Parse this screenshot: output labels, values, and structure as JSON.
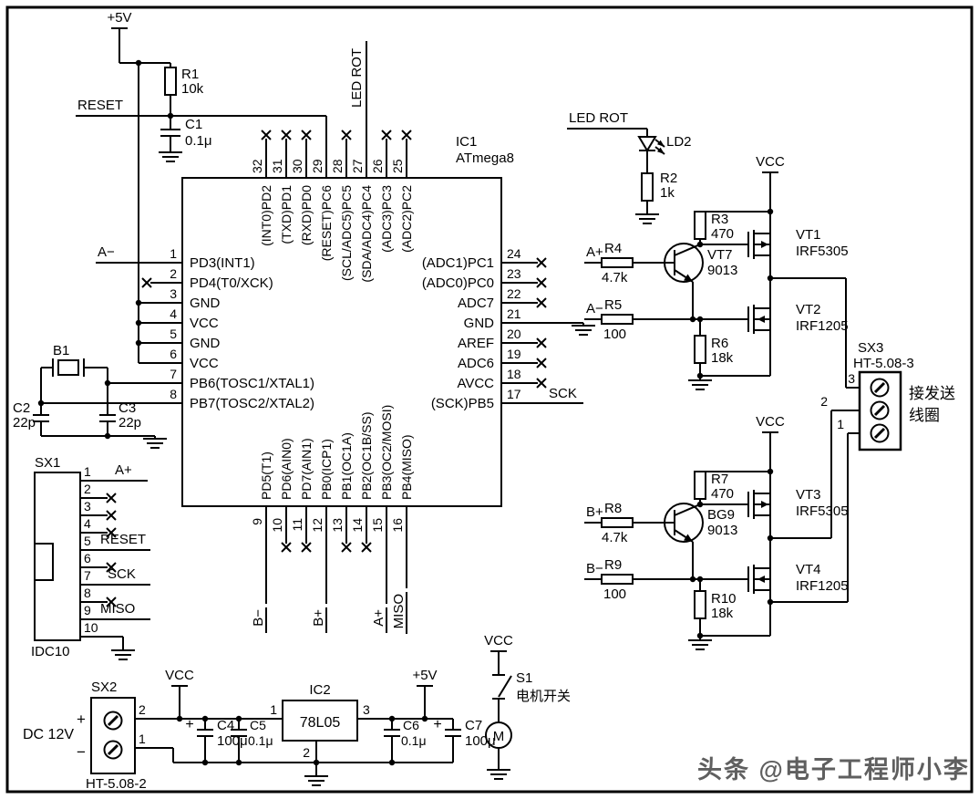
{
  "nets": {
    "plus5v": "+5V",
    "vcc": "VCC",
    "reset": "RESET",
    "sck": "SCK",
    "miso": "MISO",
    "a_plus": "A+",
    "a_minus": "A−",
    "b_plus": "B+",
    "b_minus": "B−",
    "led_rot": "LED ROT",
    "dc12v": "DC 12V"
  },
  "ic1": {
    "ref": "IC1",
    "part": "ATmega8",
    "top_pins": [
      {
        "num": "32",
        "label": "(INT0)PD2"
      },
      {
        "num": "31",
        "label": "(TXD)PD1"
      },
      {
        "num": "30",
        "label": "(RXD)PD0"
      },
      {
        "num": "29",
        "label": "(RESET)PC6"
      },
      {
        "num": "28",
        "label": "(SCL/ADC5)PC5"
      },
      {
        "num": "27",
        "label": "(SDA/ADC4)PC4"
      },
      {
        "num": "26",
        "label": "(ADC3)PC3"
      },
      {
        "num": "25",
        "label": "(ADC2)PC2"
      }
    ],
    "left_pins": [
      {
        "num": "1",
        "label": "PD3(INT1)"
      },
      {
        "num": "2",
        "label": "PD4(T0/XCK)"
      },
      {
        "num": "3",
        "label": "GND"
      },
      {
        "num": "4",
        "label": "VCC"
      },
      {
        "num": "5",
        "label": "GND"
      },
      {
        "num": "6",
        "label": "VCC"
      },
      {
        "num": "7",
        "label": "PB6(TOSC1/XTAL1)"
      },
      {
        "num": "8",
        "label": "PB7(TOSC2/XTAL2)"
      }
    ],
    "right_pins": [
      {
        "num": "24",
        "label": "(ADC1)PC1"
      },
      {
        "num": "23",
        "label": "(ADC0)PC0"
      },
      {
        "num": "22",
        "label": "ADC7"
      },
      {
        "num": "21",
        "label": "GND"
      },
      {
        "num": "20",
        "label": "AREF"
      },
      {
        "num": "19",
        "label": "ADC6"
      },
      {
        "num": "18",
        "label": "AVCC"
      },
      {
        "num": "17",
        "label": "(SCK)PB5"
      }
    ],
    "bottom_pins": [
      {
        "num": "9",
        "label": "PD5(T1)"
      },
      {
        "num": "10",
        "label": "PD6(AIN0)"
      },
      {
        "num": "11",
        "label": "PD7(AIN1)"
      },
      {
        "num": "12",
        "label": "PB0(ICP1)"
      },
      {
        "num": "13",
        "label": "PB1(OC1A)"
      },
      {
        "num": "14",
        "label": "PB2(OC1B/SS)"
      },
      {
        "num": "15",
        "label": "PB3(OC2/MOSI)"
      },
      {
        "num": "16",
        "label": "PB4(MISO)"
      }
    ]
  },
  "resistors": {
    "r1": {
      "ref": "R1",
      "value": "10k"
    },
    "r2": {
      "ref": "R2",
      "value": "1k"
    },
    "r3": {
      "ref": "R3",
      "value": "470"
    },
    "r4": {
      "ref": "R4",
      "value": "4.7k"
    },
    "r5": {
      "ref": "R5",
      "value": "100"
    },
    "r6": {
      "ref": "R6",
      "value": "18k"
    },
    "r7": {
      "ref": "R7",
      "value": "470"
    },
    "r8": {
      "ref": "R8",
      "value": "4.7k"
    },
    "r9": {
      "ref": "R9",
      "value": "100"
    },
    "r10": {
      "ref": "R10",
      "value": "18k"
    }
  },
  "capacitors": {
    "c1": {
      "ref": "C1",
      "value": "0.1μ"
    },
    "c2": {
      "ref": "C2",
      "value": "22p"
    },
    "c3": {
      "ref": "C3",
      "value": "22p"
    },
    "c4": {
      "ref": "C4",
      "value": "100μ",
      "polarity": "+"
    },
    "c5": {
      "ref": "C5",
      "value": "0.1μ"
    },
    "c6": {
      "ref": "C6",
      "value": "0.1μ"
    },
    "c7": {
      "ref": "C7",
      "value": "100μ",
      "polarity": "+"
    }
  },
  "crystal": {
    "ref": "B1"
  },
  "transistors": {
    "vt7": {
      "ref": "VT7",
      "value": "9013"
    },
    "bg9": {
      "ref": "BG9",
      "value": "9013"
    },
    "vt1": {
      "ref": "VT1",
      "value": "IRF5305"
    },
    "vt2": {
      "ref": "VT2",
      "value": "IRF1205"
    },
    "vt3": {
      "ref": "VT3",
      "value": "IRF5305"
    },
    "vt4": {
      "ref": "VT4",
      "value": "IRF1205"
    }
  },
  "led": {
    "ref": "LD2"
  },
  "sx1": {
    "ref": "SX1",
    "footprint": "IDC10",
    "pins": [
      "1",
      "2",
      "3",
      "4",
      "5",
      "6",
      "7",
      "8",
      "9",
      "10"
    ]
  },
  "sx2": {
    "ref": "SX2",
    "footprint": "HT-5.08-2",
    "pins": [
      "2",
      "1"
    ],
    "plus": "+",
    "minus": "−"
  },
  "sx3": {
    "ref": "SX3",
    "footprint": "HT-5.08-3",
    "pins": [
      "3",
      "2",
      "1"
    ],
    "note_line1": "接发送",
    "note_line2": "线圈"
  },
  "ic2": {
    "ref": "IC2",
    "part": "78L05",
    "pin_in": "1",
    "pin_gnd": "2",
    "pin_out": "3"
  },
  "s1": {
    "ref": "S1",
    "label": "电机开关"
  },
  "motor": {
    "label": "M"
  },
  "watermark": "头条 @电子工程师小李"
}
